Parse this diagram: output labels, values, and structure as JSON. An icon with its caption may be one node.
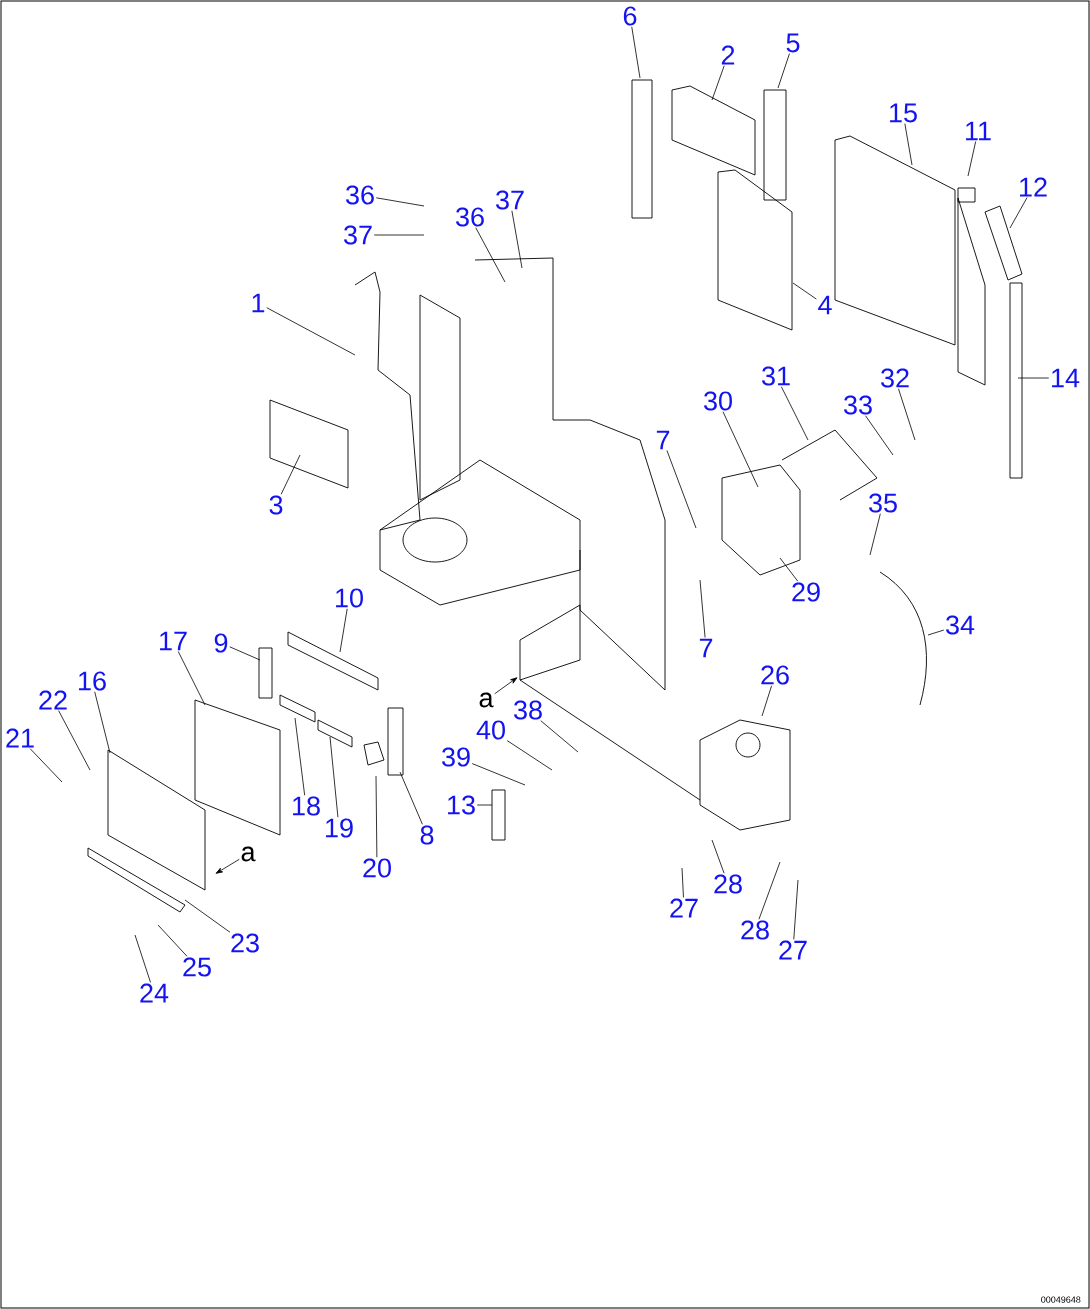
{
  "diagram": {
    "nodes": [
      {
        "text": [
          "6"
        ]
      },
      {
        "text": [
          "2"
        ]
      },
      {
        "text": [
          "5"
        ]
      },
      {
        "text": [
          "15"
        ]
      },
      {
        "text": [
          "11"
        ]
      },
      {
        "text": [
          "12"
        ]
      },
      {
        "text": [
          "36"
        ]
      },
      {
        "text": [
          "37"
        ]
      },
      {
        "text": [
          "37"
        ]
      },
      {
        "text": [
          "36"
        ]
      },
      {
        "text": [
          "1"
        ]
      },
      {
        "text": [
          "4"
        ]
      },
      {
        "text": [
          "14"
        ]
      },
      {
        "text": [
          "31"
        ]
      },
      {
        "text": [
          "32"
        ]
      },
      {
        "text": [
          "30"
        ]
      },
      {
        "text": [
          "33"
        ]
      },
      {
        "text": [
          "3"
        ]
      },
      {
        "text": [
          "7"
        ]
      },
      {
        "text": [
          "35"
        ]
      },
      {
        "text": [
          "29"
        ]
      },
      {
        "text": [
          "7"
        ]
      },
      {
        "text": [
          "34"
        ]
      },
      {
        "text": [
          "10"
        ]
      },
      {
        "text": [
          "17"
        ]
      },
      {
        "text": [
          "9"
        ]
      },
      {
        "text": [
          "16"
        ]
      },
      {
        "text": [
          "22"
        ]
      },
      {
        "text": [
          "26"
        ]
      },
      {
        "text": [
          "38"
        ]
      },
      {
        "text": [
          "a"
        ]
      },
      {
        "text": [
          "40"
        ]
      },
      {
        "text": [
          "21"
        ]
      },
      {
        "text": [
          "39"
        ]
      },
      {
        "text": [
          "13"
        ]
      },
      {
        "text": [
          "18"
        ]
      },
      {
        "text": [
          "19"
        ]
      },
      {
        "text": [
          "8"
        ]
      },
      {
        "text": [
          "a"
        ]
      },
      {
        "text": [
          "20"
        ]
      },
      {
        "text": [
          "27"
        ]
      },
      {
        "text": [
          "28"
        ]
      },
      {
        "text": [
          "23"
        ]
      },
      {
        "text": [
          "28"
        ]
      },
      {
        "text": [
          "27"
        ]
      },
      {
        "text": [
          "25"
        ]
      },
      {
        "text": [
          "24"
        ]
      }
    ],
    "edges": [
      {
        "from": 0,
        "to": null,
        "arrow": "none"
      },
      {
        "from": 1,
        "to": null,
        "arrow": "none"
      },
      {
        "from": 2,
        "to": null,
        "arrow": "none"
      },
      {
        "from": 3,
        "to": null,
        "arrow": "none"
      },
      {
        "from": 4,
        "to": null,
        "arrow": "none"
      },
      {
        "from": 5,
        "to": null,
        "arrow": "none"
      },
      {
        "from": 6,
        "to": null,
        "arrow": "none"
      },
      {
        "from": 7,
        "to": null,
        "arrow": "none"
      },
      {
        "from": 8,
        "to": null,
        "arrow": "none"
      },
      {
        "from": 9,
        "to": null,
        "arrow": "none"
      },
      {
        "from": 10,
        "to": null,
        "arrow": "none"
      },
      {
        "from": 11,
        "to": null,
        "arrow": "none"
      },
      {
        "from": 12,
        "to": null,
        "arrow": "none"
      },
      {
        "from": 13,
        "to": null,
        "arrow": "none"
      },
      {
        "from": 14,
        "to": null,
        "arrow": "none"
      },
      {
        "from": 15,
        "to": null,
        "arrow": "none"
      },
      {
        "from": 16,
        "to": null,
        "arrow": "none"
      },
      {
        "from": 17,
        "to": null,
        "arrow": "none"
      },
      {
        "from": 18,
        "to": null,
        "arrow": "none"
      },
      {
        "from": 19,
        "to": null,
        "arrow": "none"
      },
      {
        "from": 20,
        "to": null,
        "arrow": "none"
      },
      {
        "from": 21,
        "to": null,
        "arrow": "none"
      },
      {
        "from": 22,
        "to": null,
        "arrow": "none"
      },
      {
        "from": 23,
        "to": null,
        "arrow": "none"
      },
      {
        "from": 24,
        "to": null,
        "arrow": "none"
      },
      {
        "from": 25,
        "to": null,
        "arrow": "none"
      },
      {
        "from": 26,
        "to": null,
        "arrow": "none"
      },
      {
        "from": 27,
        "to": null,
        "arrow": "none"
      },
      {
        "from": 28,
        "to": null,
        "arrow": "none"
      },
      {
        "from": 29,
        "to": null,
        "arrow": "none"
      },
      {
        "from": 30,
        "to": null,
        "arrow": "to"
      },
      {
        "from": 31,
        "to": null,
        "arrow": "none"
      },
      {
        "from": 32,
        "to": null,
        "arrow": "none"
      },
      {
        "from": 33,
        "to": null,
        "arrow": "none"
      },
      {
        "from": 34,
        "to": null,
        "arrow": "none"
      },
      {
        "from": 35,
        "to": null,
        "arrow": "none"
      },
      {
        "from": 36,
        "to": null,
        "arrow": "none"
      },
      {
        "from": 37,
        "to": null,
        "arrow": "none"
      },
      {
        "from": 38,
        "to": null,
        "arrow": "to"
      },
      {
        "from": 39,
        "to": null,
        "arrow": "none"
      },
      {
        "from": 40,
        "to": null,
        "arrow": "none"
      },
      {
        "from": 41,
        "to": null,
        "arrow": "none"
      },
      {
        "from": 42,
        "to": null,
        "arrow": "none"
      },
      {
        "from": 43,
        "to": null,
        "arrow": "none"
      },
      {
        "from": 44,
        "to": null,
        "arrow": "none"
      },
      {
        "from": 45,
        "to": null,
        "arrow": "none"
      },
      {
        "from": 46,
        "to": null,
        "arrow": "none"
      }
    ],
    "labels": [
      "00049648"
    ]
  }
}
